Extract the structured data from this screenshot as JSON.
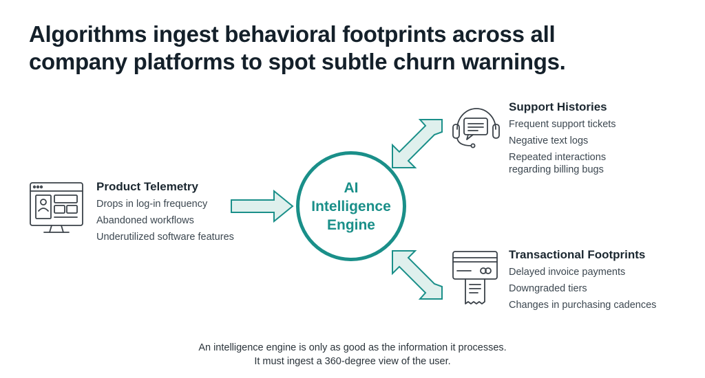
{
  "title": {
    "line1": "Algorithms ingest behavioral footprints across all",
    "line2": "company platforms to spot subtle churn warnings."
  },
  "engine": {
    "line1": "AI",
    "line2": "Intelligence",
    "line3": "Engine"
  },
  "sources": {
    "telemetry": {
      "icon": "monitor-dashboard-icon",
      "heading": "Product Telemetry",
      "items": [
        "Drops in log-in frequency",
        "Abandoned workflows",
        "Underutilized software features"
      ]
    },
    "support": {
      "icon": "headset-chat-icon",
      "heading": "Support Histories",
      "items": [
        "Frequent support tickets",
        "Negative text logs",
        "Repeated interactions",
        "regarding billing bugs"
      ]
    },
    "transactional": {
      "icon": "card-receipt-icon",
      "heading": "Transactional Footprints",
      "items": [
        "Delayed invoice payments",
        "Downgraded tiers",
        "Changes in purchasing cadences"
      ]
    }
  },
  "footer": {
    "line1": "An intelligence engine is only as good as the information it processes.",
    "line2": "It must ingest a 360-degree view of the user."
  },
  "colors": {
    "teal": "#1a8f89",
    "arrow_fill": "#dff0ed",
    "icon_stroke": "#3a4148"
  }
}
